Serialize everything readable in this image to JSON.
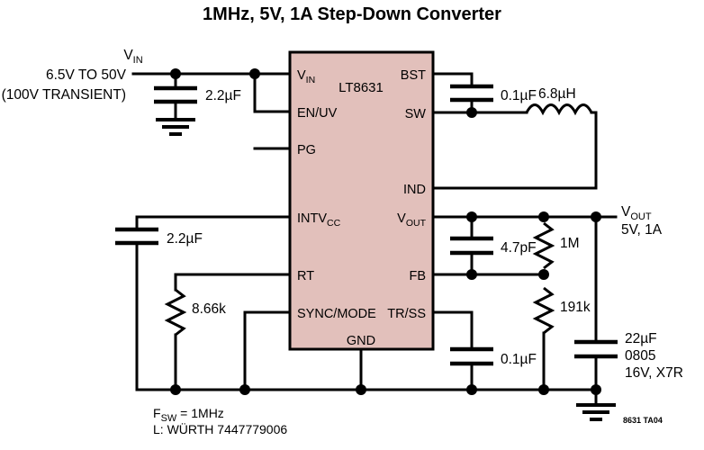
{
  "title": "1MHz, 5V, 1A Step-Down Converter",
  "ic": {
    "part_number": "LT8631",
    "fill_color": "#e2c0bb",
    "pins_left": [
      {
        "name": "VIN",
        "base": "V",
        "sub": "IN"
      },
      {
        "name": "EN/UV",
        "base": "EN/UV",
        "sub": ""
      },
      {
        "name": "PG",
        "base": "PG",
        "sub": ""
      },
      {
        "name": "INTVCC",
        "base": "INTV",
        "sub": "CC"
      },
      {
        "name": "RT",
        "base": "RT",
        "sub": ""
      },
      {
        "name": "SYNC/MODE",
        "base": "SYNC/MODE",
        "sub": ""
      }
    ],
    "pins_right": [
      {
        "name": "BST",
        "base": "BST",
        "sub": ""
      },
      {
        "name": "SW",
        "base": "SW",
        "sub": ""
      },
      {
        "name": "IND",
        "base": "IND",
        "sub": ""
      },
      {
        "name": "VOUT",
        "base": "V",
        "sub": "OUT"
      },
      {
        "name": "FB",
        "base": "FB",
        "sub": ""
      },
      {
        "name": "TR/SS",
        "base": "TR/SS",
        "sub": ""
      }
    ],
    "pin_bottom": {
      "name": "GND",
      "base": "GND",
      "sub": ""
    }
  },
  "input": {
    "rail_base": "V",
    "rail_sub": "IN",
    "range": "6.5V TO 50V",
    "transient": "(100V TRANSIENT)"
  },
  "output": {
    "rail_base": "V",
    "rail_sub": "OUT",
    "rating": "5V, 1A"
  },
  "components": {
    "cin": "2.2µF",
    "cbst": "0.1µF",
    "inductor": "6.8µH",
    "cintvcc": "2.2µF",
    "rt": "8.66k",
    "cff": "4.7pF",
    "rfb_top": "1M",
    "rfb_bot": "191k",
    "css": "0.1µF",
    "cout_value": "22µF",
    "cout_case": "0805",
    "cout_rating": "16V, X7R"
  },
  "notes": {
    "fsw_base": "F",
    "fsw_sub": "SW",
    "fsw_value": " = 1MHz",
    "inductor_part": "L: WÜRTH 7447779006"
  },
  "marker": "8631 TA04"
}
